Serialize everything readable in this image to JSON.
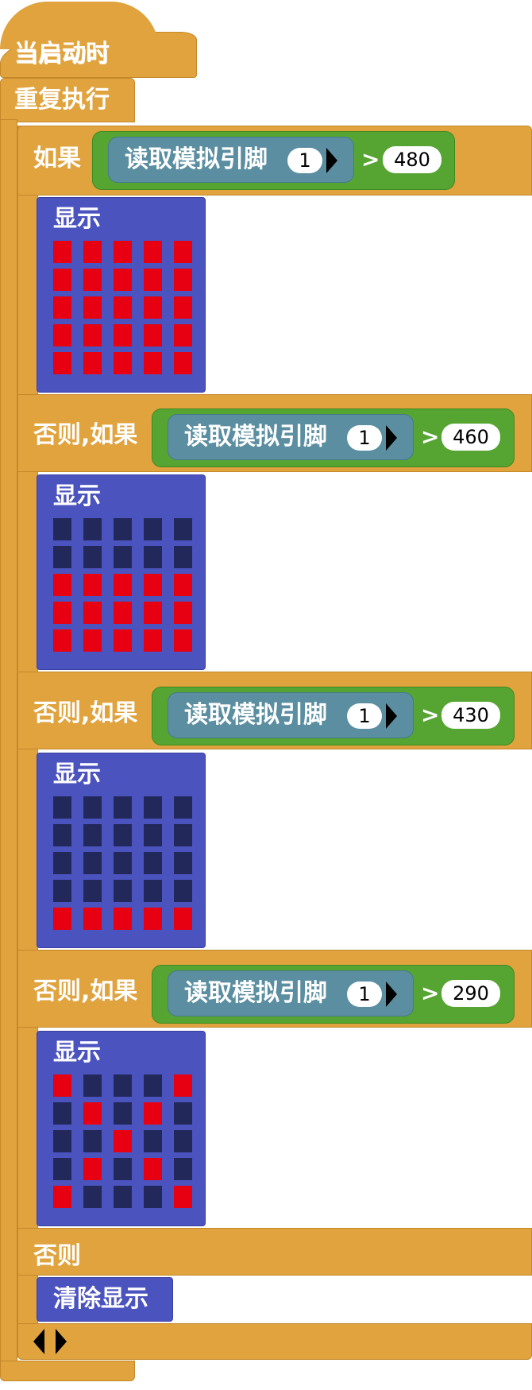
{
  "hat": {
    "label": "当启动时"
  },
  "loop": {
    "label": "重复执行"
  },
  "if_block": {
    "label": "如果",
    "sensor_label": "读取模拟引脚",
    "pin": "1",
    "op": ">",
    "value": "480"
  },
  "elseifs": [
    {
      "label": "否则,如果",
      "sensor_label": "读取模拟引脚",
      "pin": "1",
      "op": ">",
      "value": "460"
    },
    {
      "label": "否则,如果",
      "sensor_label": "读取模拟引脚",
      "pin": "1",
      "op": ">",
      "value": "430"
    },
    {
      "label": "否则,如果",
      "sensor_label": "读取模拟引脚",
      "pin": "1",
      "op": ">",
      "value": "290"
    }
  ],
  "else_block": {
    "label": "否则"
  },
  "displays": [
    {
      "label": "显示",
      "matrix": [
        [
          1,
          1,
          1,
          1,
          1
        ],
        [
          1,
          1,
          1,
          1,
          1
        ],
        [
          1,
          1,
          1,
          1,
          1
        ],
        [
          1,
          1,
          1,
          1,
          1
        ],
        [
          1,
          1,
          1,
          1,
          1
        ]
      ]
    },
    {
      "label": "显示",
      "matrix": [
        [
          0,
          0,
          0,
          0,
          0
        ],
        [
          0,
          0,
          0,
          0,
          0
        ],
        [
          1,
          1,
          1,
          1,
          1
        ],
        [
          1,
          1,
          1,
          1,
          1
        ],
        [
          1,
          1,
          1,
          1,
          1
        ]
      ]
    },
    {
      "label": "显示",
      "matrix": [
        [
          0,
          0,
          0,
          0,
          0
        ],
        [
          0,
          0,
          0,
          0,
          0
        ],
        [
          0,
          0,
          0,
          0,
          0
        ],
        [
          0,
          0,
          0,
          0,
          0
        ],
        [
          1,
          1,
          1,
          1,
          1
        ]
      ]
    },
    {
      "label": "显示",
      "matrix": [
        [
          1,
          0,
          0,
          0,
          1
        ],
        [
          0,
          1,
          0,
          1,
          0
        ],
        [
          0,
          0,
          1,
          0,
          0
        ],
        [
          0,
          1,
          0,
          1,
          0
        ],
        [
          1,
          0,
          0,
          0,
          1
        ]
      ]
    }
  ],
  "clear_block": {
    "label": "清除显示"
  },
  "colors": {
    "orange": "#e0a33e",
    "green": "#56a532",
    "teal": "#5a8ea0",
    "blue": "#4b53bf",
    "led_on": "#e60012",
    "led_off": "#22285a"
  }
}
